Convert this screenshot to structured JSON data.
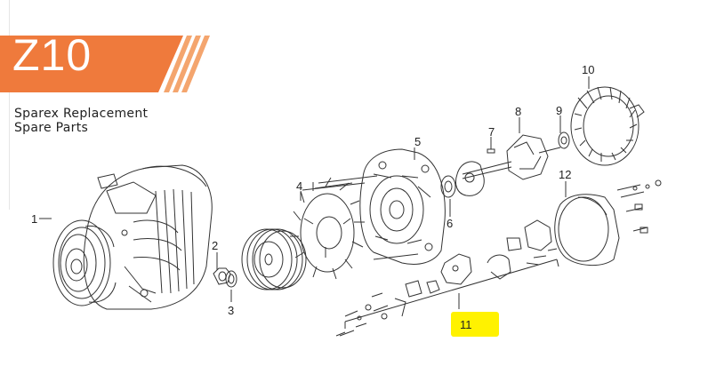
{
  "banner": {
    "title": "Z10",
    "color": "#ef7a3c",
    "stripe_color": "#f4a56e"
  },
  "subtitle": {
    "line1": "Sparex Replacement",
    "line2": "Spare Parts"
  },
  "callouts": {
    "c1": "1",
    "c2": "2",
    "c3": "3",
    "c4": "4",
    "c5": "5",
    "c6": "6",
    "c7": "7",
    "c8": "8",
    "c9": "9",
    "c10": "10",
    "c11": "11",
    "c12": "12"
  },
  "highlight_color": "#fff200"
}
